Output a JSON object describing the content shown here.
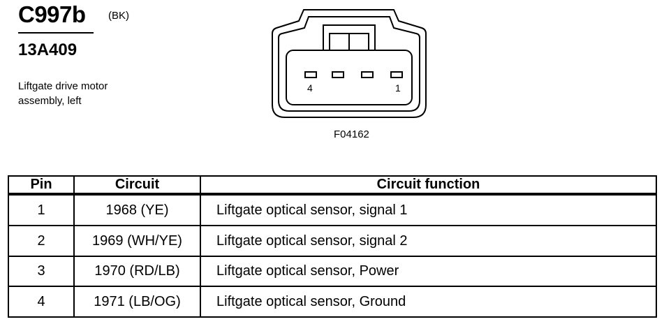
{
  "header": {
    "connector_id": "C997b",
    "color_code": "(BK)",
    "part_number": "13A409",
    "description_line1": "Liftgate drive motor",
    "description_line2": "assembly, left"
  },
  "figure": {
    "pin_label_left": "4",
    "pin_label_right": "1",
    "figure_code": "F04162"
  },
  "table": {
    "headers": {
      "pin": "Pin",
      "circuit": "Circuit",
      "function": "Circuit function"
    },
    "rows": [
      {
        "pin": "1",
        "circuit": "1968 (YE)",
        "function": "Liftgate optical sensor, signal 1"
      },
      {
        "pin": "2",
        "circuit": "1969 (WH/YE)",
        "function": "Liftgate optical sensor, signal 2"
      },
      {
        "pin": "3",
        "circuit": "1970 (RD/LB)",
        "function": "Liftgate optical sensor, Power"
      },
      {
        "pin": "4",
        "circuit": "1971 (LB/OG)",
        "function": "Liftgate optical sensor, Ground"
      }
    ]
  }
}
